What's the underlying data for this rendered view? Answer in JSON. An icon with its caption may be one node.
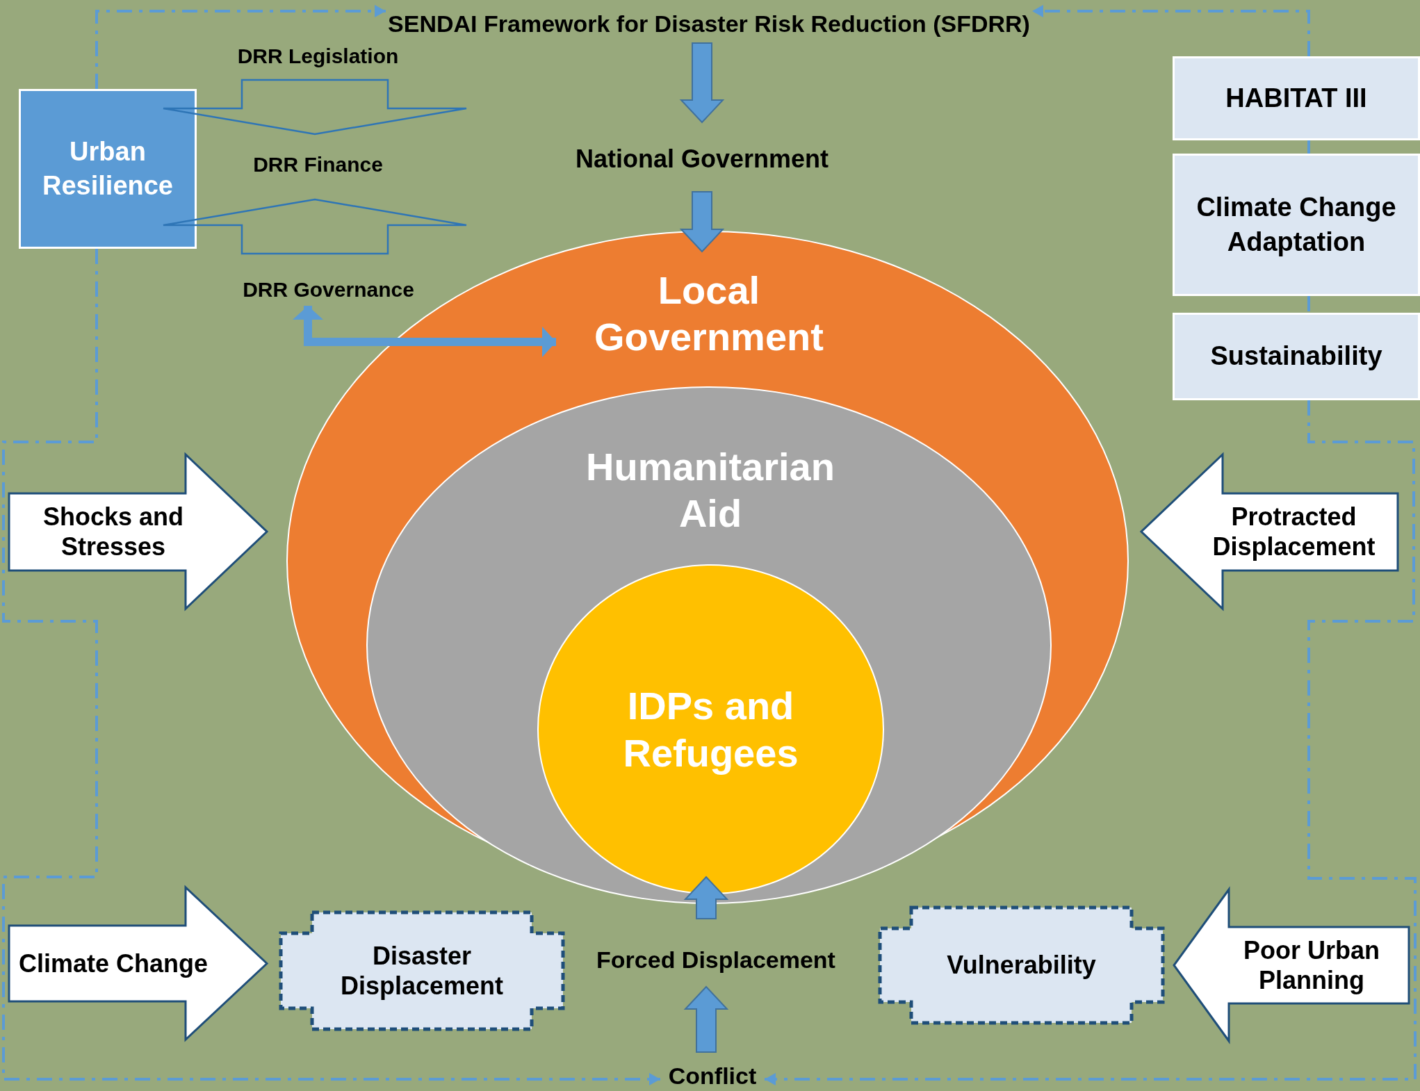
{
  "diagram": {
    "nodes": [
      {
        "text": [
          "SENDAI Framework for Disaster Risk Reduction (SFDRR)"
        ]
      },
      {
        "text": [
          "National Government"
        ]
      },
      {
        "text": [
          "Local Government"
        ]
      },
      {
        "text": [
          "Humanitarian Aid"
        ],
        "in": 2
      },
      {
        "text": [
          "IDPs and Refugees"
        ],
        "in": 3
      },
      {
        "text": [
          "Urban Resilience"
        ]
      },
      {
        "text": [
          "DRR Legislation"
        ]
      },
      {
        "text": [
          "DRR Finance"
        ]
      },
      {
        "text": [
          "DRR Governance"
        ]
      },
      {
        "text": [
          "HABITAT III"
        ]
      },
      {
        "text": [
          "Climate Change Adaptation"
        ]
      },
      {
        "text": [
          "Sustainability"
        ]
      },
      {
        "text": [
          "Shocks and Stresses"
        ]
      },
      {
        "text": [
          "Protracted Displacement"
        ]
      },
      {
        "text": [
          "Climate Change"
        ]
      },
      {
        "text": [
          "Disaster Displacement"
        ]
      },
      {
        "text": [
          "Forced Displacement"
        ]
      },
      {
        "text": [
          "Vulnerability"
        ]
      },
      {
        "text": [
          "Poor Urban Planning"
        ]
      },
      {
        "text": [
          "Conflict"
        ]
      }
    ],
    "edges": [
      {
        "from": 0,
        "to": 1,
        "arrow": "to"
      },
      {
        "from": 1,
        "to": 2,
        "arrow": "to"
      },
      {
        "from": 8,
        "to": 2,
        "arrow": "both",
        "style": "thick"
      },
      {
        "from": 6,
        "to": 7,
        "arrow": "to"
      },
      {
        "from": 8,
        "to": 7,
        "arrow": "to"
      },
      {
        "from": 16,
        "to": 4,
        "arrow": "to"
      },
      {
        "from": 19,
        "to": 16,
        "arrow": "to"
      },
      {
        "from": 5,
        "to": 0,
        "arrow": "to",
        "style": "dashed"
      },
      {
        "from": 5,
        "to": 19,
        "arrow": "to",
        "style": "dashed"
      },
      {
        "from": 9,
        "to": 0,
        "arrow": "to",
        "style": "dashed"
      },
      {
        "from": 11,
        "to": 19,
        "arrow": "to",
        "style": "dashed"
      },
      {
        "from": 9,
        "to": 10,
        "arrow": "none",
        "style": "dashed"
      },
      {
        "from": 10,
        "to": 11,
        "arrow": "none",
        "style": "dashed"
      }
    ]
  }
}
